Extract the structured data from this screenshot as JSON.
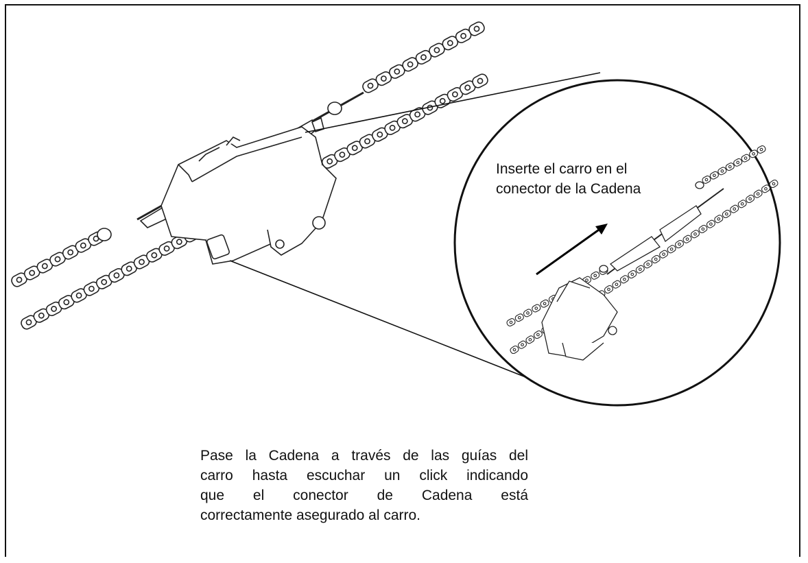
{
  "figure": {
    "callout_insert": [
      "Inserte  el  carro  en el",
      "conector de la Cadena"
    ],
    "callout_pass": [
      "Pase la Cadena a través de las guías del",
      "carro hasta escuchar un click indicando",
      "que   el   conector   de   Cadena   está",
      "correctamente asegurado al carro."
    ]
  }
}
